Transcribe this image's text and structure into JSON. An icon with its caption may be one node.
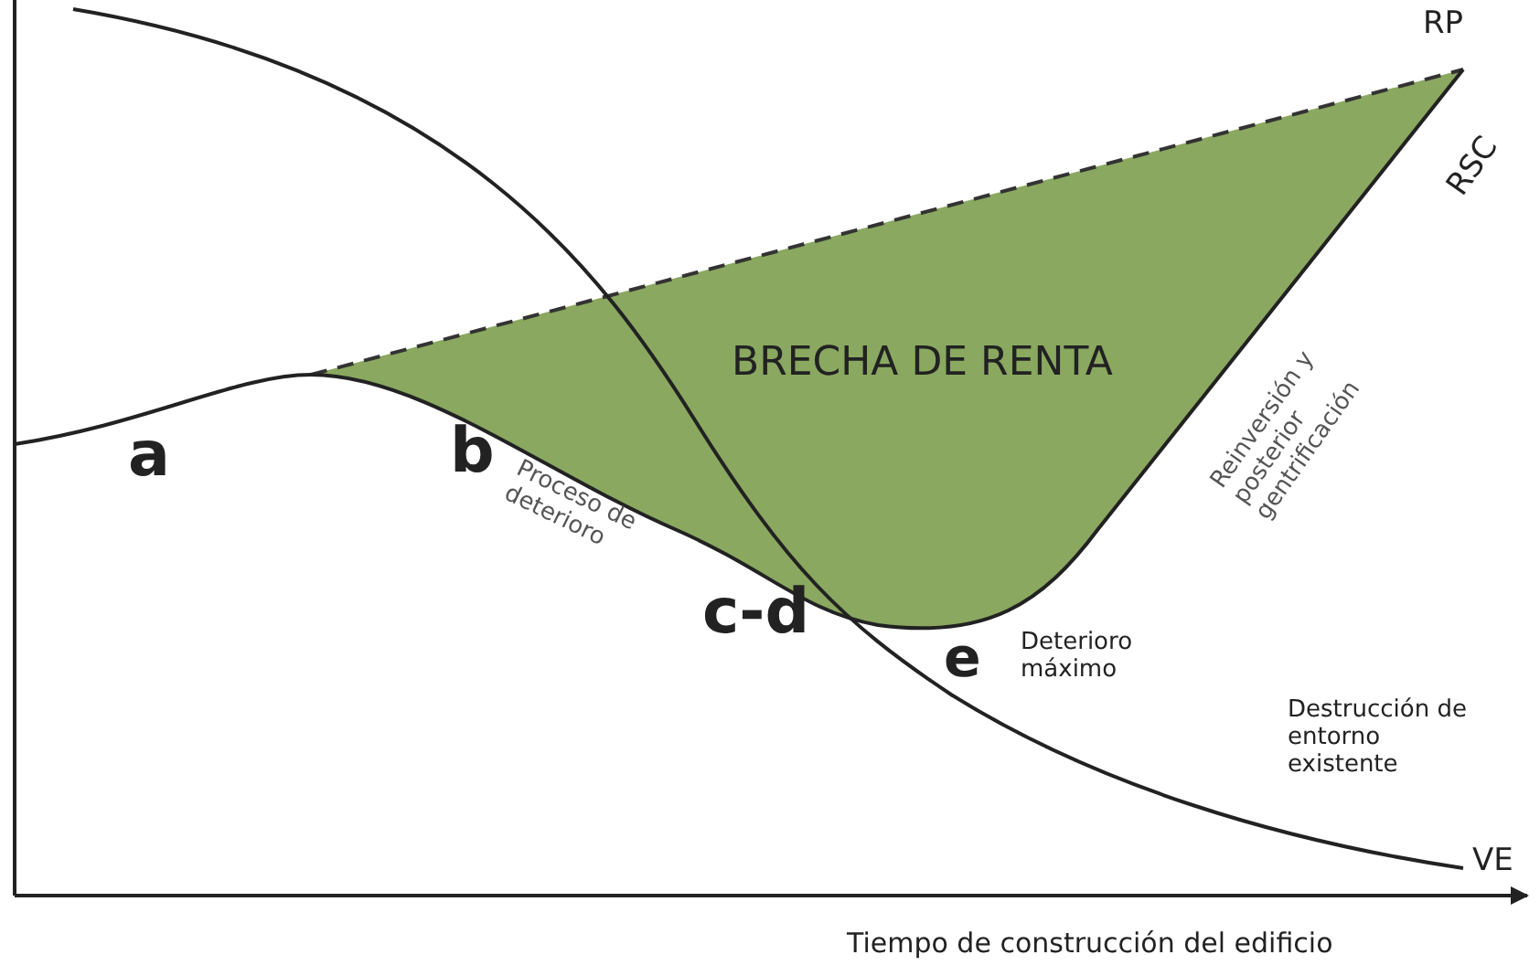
{
  "diagram": {
    "labels": [
      "RP",
      "RSC",
      "BRECHA DE RENTA",
      "Reinversión y posterior gentrificación",
      "a",
      "b",
      "Proceso de deterioro",
      "c-d",
      "e",
      "Deterioro máximo",
      "Destrucción de entorno existente",
      "VE",
      "Tiempo de construcción del edificio"
    ]
  }
}
